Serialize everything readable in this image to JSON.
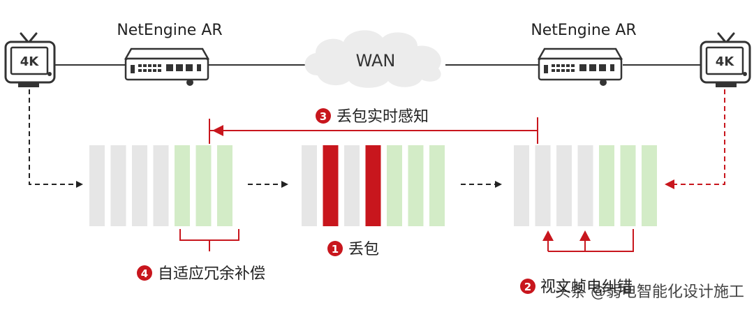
{
  "devices": {
    "left_router": "NetEngine AR",
    "right_router": "NetEngine AR",
    "left_tv": "4K",
    "right_tv": "4K",
    "cloud": "WAN"
  },
  "steps": [
    {
      "num": "1",
      "text": "丢包"
    },
    {
      "num": "2",
      "text": "视文帧电纠错"
    },
    {
      "num": "3",
      "text": "丢包实时感知"
    },
    {
      "num": "4",
      "text": "自适应冗余补偿"
    }
  ],
  "watermark": "头条 @弱电智能化设计施工",
  "packet_groups": [
    {
      "name": "sender-buffer",
      "bars": [
        "gray",
        "gray",
        "gray",
        "gray",
        "green",
        "green",
        "green"
      ]
    },
    {
      "name": "transit-packets",
      "bars": [
        "gray",
        "red",
        "gray",
        "red",
        "green",
        "green",
        "green"
      ]
    },
    {
      "name": "receiver-buffer",
      "bars": [
        "gray",
        "gray",
        "gray",
        "gray",
        "green",
        "green",
        "green"
      ]
    }
  ],
  "colors": {
    "red": "#c8161d",
    "gray": "#e6e6e6",
    "green": "#d3ecc7",
    "line": "#333333"
  }
}
